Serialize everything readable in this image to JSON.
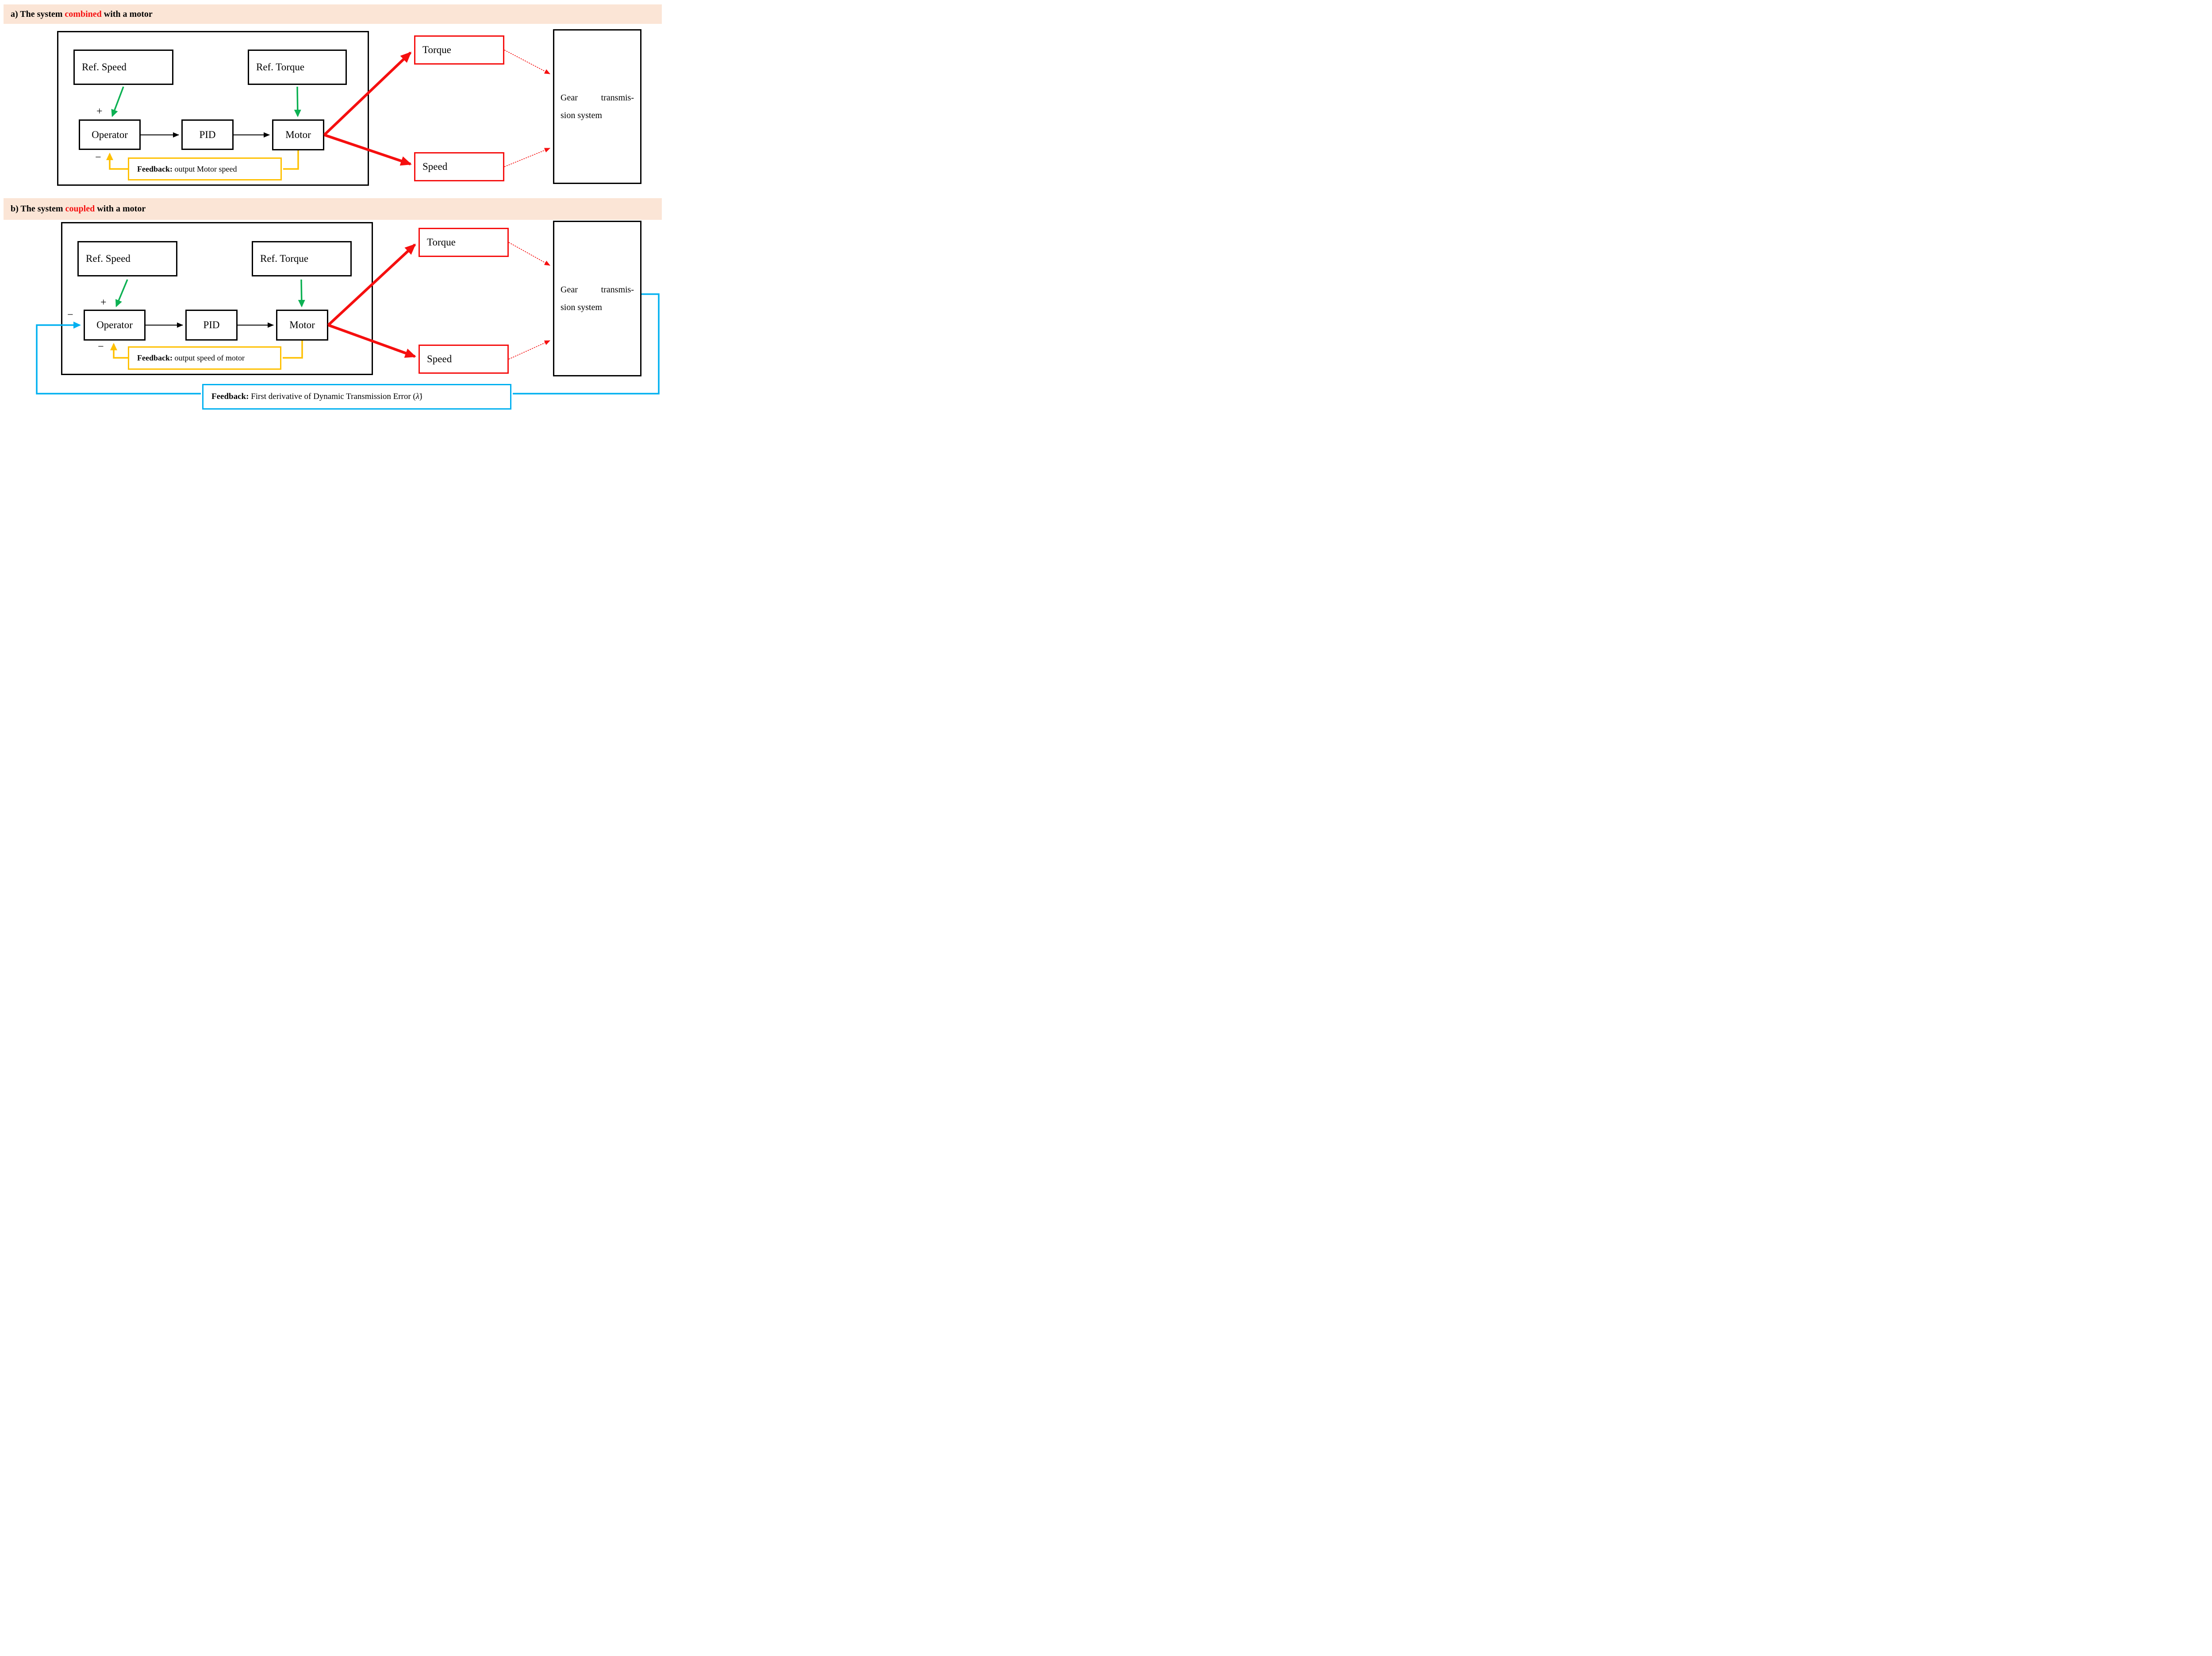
{
  "colors": {
    "header_bg": "#fbe5d6",
    "red": "#f50f0f",
    "green": "#0db153",
    "yellow": "#ffc000",
    "blue": "#00b0f0"
  },
  "a": {
    "header": {
      "prefix": "a) The system ",
      "highlight": "combined",
      "suffix": " with a motor"
    },
    "ref_speed": "Ref. Speed",
    "ref_torque": "Ref. Torque",
    "operator": "Operator",
    "pid": "PID",
    "motor": "Motor",
    "torque": "Torque",
    "speed": "Speed",
    "gear_line1": "Gear transmis-",
    "gear_line2": "sion system",
    "feedback_bold": "Feedback:",
    "feedback_text": " output Motor speed",
    "plus": "+",
    "minus": "−"
  },
  "b": {
    "header": {
      "prefix": "b) The system ",
      "highlight": "coupled",
      "suffix": " with a motor"
    },
    "ref_speed": "Ref. Speed",
    "ref_torque": "Ref. Torque",
    "operator": "Operator",
    "pid": "PID",
    "motor": "Motor",
    "torque": "Torque",
    "speed": "Speed",
    "gear_line1": "Gear transmis-",
    "gear_line2": "sion system",
    "feedback_bold": "Feedback:",
    "feedback_text": " output speed of motor",
    "plus": "+",
    "minus": "−",
    "minus_blue": "−",
    "blue_feedback_bold": "Feedback:",
    "blue_feedback_text": " First derivative of Dynamic Transmission Error (",
    "blue_feedback_symbol": "λ̇",
    "blue_feedback_close": ")"
  }
}
